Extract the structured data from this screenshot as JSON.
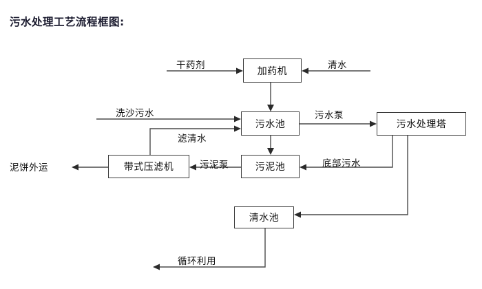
{
  "title": "污水处理工艺流程框图:",
  "diagram": {
    "nodes": [
      {
        "id": "dosing-machine",
        "label": "加药机"
      },
      {
        "id": "wastewater-pool",
        "label": "污水池"
      },
      {
        "id": "treatment-tower",
        "label": "污水处理塔"
      },
      {
        "id": "belt-filter-press",
        "label": "带式压滤机"
      },
      {
        "id": "sludge-pool",
        "label": "污泥池"
      },
      {
        "id": "clean-water-pool",
        "label": "清水池"
      }
    ],
    "edge_labels": [
      {
        "id": "dry-chemical",
        "label": "干药剂"
      },
      {
        "id": "clean-water-in",
        "label": "清水"
      },
      {
        "id": "sand-wash-water",
        "label": "洗沙污水"
      },
      {
        "id": "filtered-water",
        "label": "滤清水"
      },
      {
        "id": "wastewater-pump",
        "label": "污水泵"
      },
      {
        "id": "sludge-pump",
        "label": "污泥泵"
      },
      {
        "id": "bottom-wastewater",
        "label": "底部污水"
      },
      {
        "id": "mud-cake-out",
        "label": "泥饼外运"
      },
      {
        "id": "recycle-reuse",
        "label": "循环利用"
      }
    ],
    "colors": {
      "box_border": "#3a3a3a",
      "wire": "#4a4a4a",
      "text": "#111111",
      "title": "#1a1a2e",
      "background": "#ffffff"
    }
  }
}
